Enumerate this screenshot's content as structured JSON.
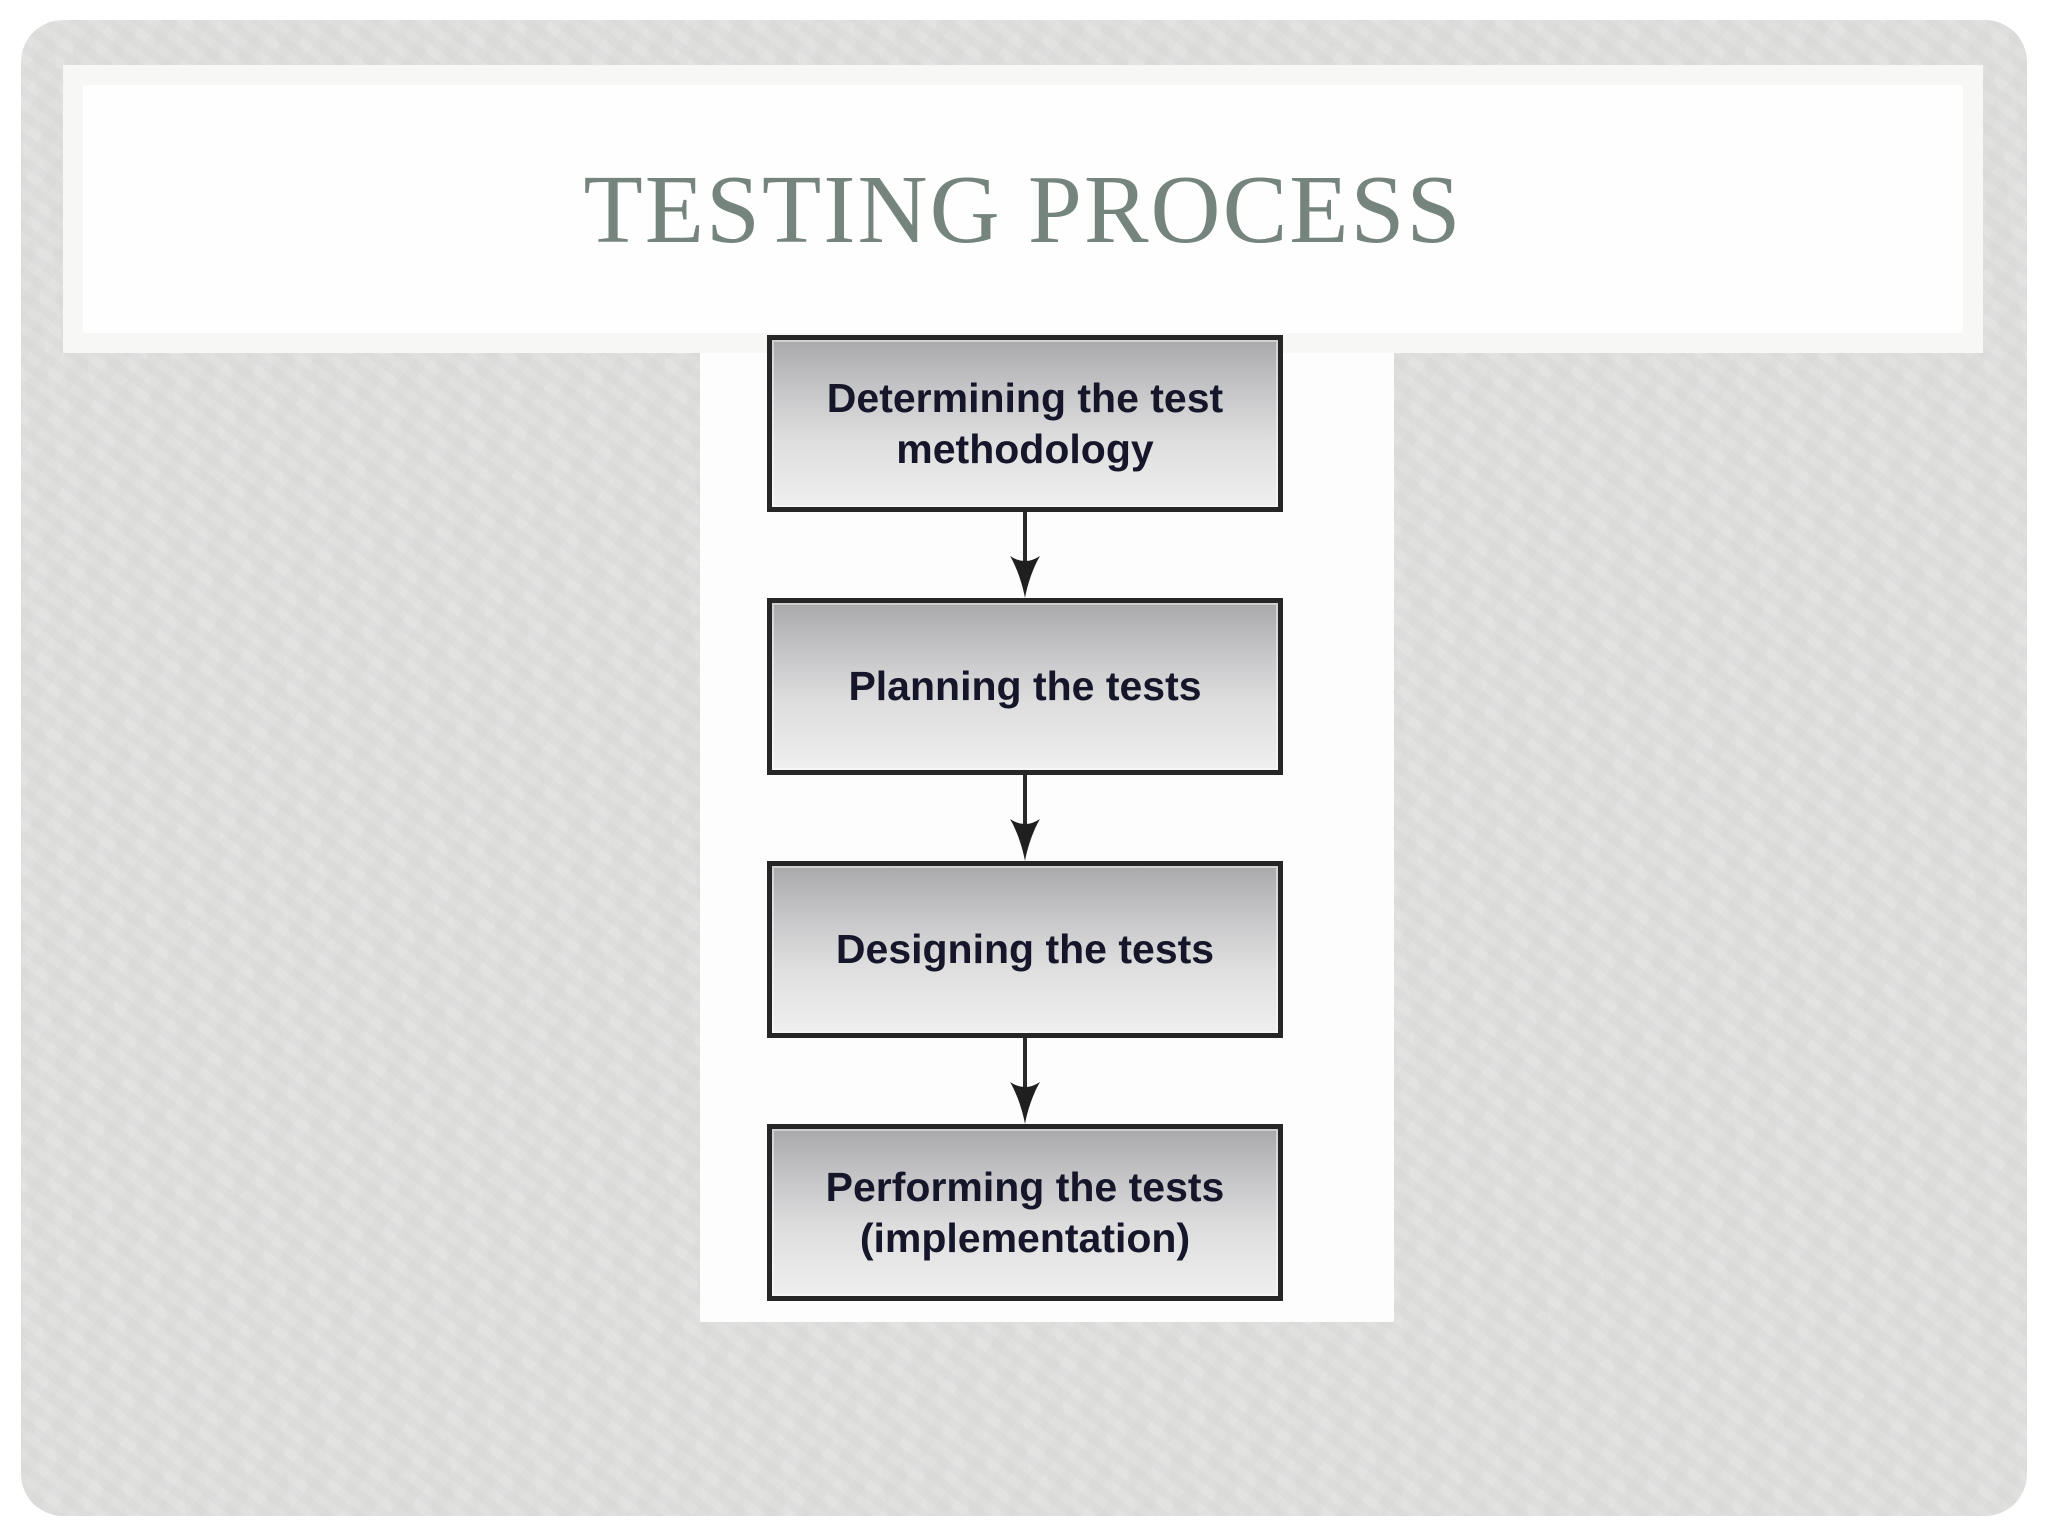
{
  "slide": {
    "title": "TESTING PROCESS"
  },
  "flowchart": {
    "steps": [
      {
        "label": "Determining the test\nmethodology"
      },
      {
        "label": "Planning the tests"
      },
      {
        "label": "Designing the tests"
      },
      {
        "label": "Performing the tests\n(implementation)"
      }
    ],
    "connector": "down-arrow"
  },
  "colors": {
    "slide_background": "#e2e2e1",
    "panel_white": "#fdfdfd",
    "title_banner": "#fefefe",
    "title_text": "#75847c",
    "box_border": "#262626",
    "box_gradient_top": "#a9a9ab",
    "box_gradient_bottom": "#efefef",
    "box_text": "#16162b",
    "arrow": "#1f1f1f"
  }
}
